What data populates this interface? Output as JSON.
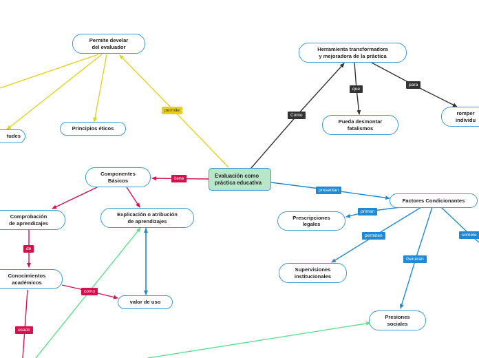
{
  "nodes": {
    "root": "Evaluación como\npráctica educativa",
    "evaluador": "Permite develar\ndel evaluador",
    "herramienta": "Herramienta transformadora\ny mejoradora de la práctica",
    "actitudes": "tudes",
    "principios": "Principios éticos",
    "fatalismos": "Pueda desmontar\nfatalismos",
    "romper": "romper\nindividu",
    "componentes": "Componentes\nBásicos",
    "factores": "Factores Condicionantes",
    "comprobacion": "Comprobación\nde aprendizajes",
    "explicacion": "Explicación o atribución\nde aprendizajes",
    "prescripciones": "Prescripciones\nlegales",
    "conocimientos": "Conocimientos\nacadémicos",
    "supervisiones": "Supervisiones\ninstitucionales",
    "valor": "valor de uso",
    "presiones": "Presiones\nsociales"
  },
  "labels": {
    "permite": "permite",
    "como": "Como",
    "que": "que",
    "para": "para",
    "tiene": "tiene",
    "presentan": "presentan",
    "priman": "priman",
    "permiten": "permiten",
    "someten": "somete",
    "generan": "Generan",
    "de": "de",
    "como2": "como",
    "usado": "usado"
  },
  "colors": {
    "yellow": "#e8d01a",
    "dark": "#333333",
    "crimson": "#d4114e",
    "blue": "#1e8ad6",
    "green": "#5ee08f",
    "node_border": "#3a9ad9",
    "root_fill": "#b7e6c9"
  }
}
